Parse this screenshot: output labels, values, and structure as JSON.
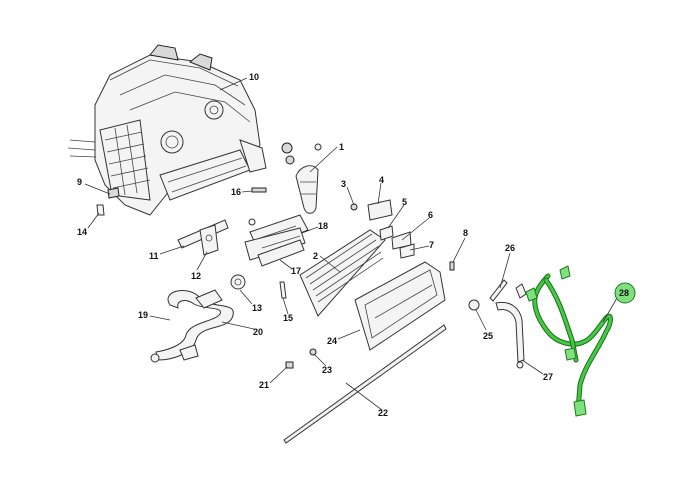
{
  "callouts": [
    {
      "id": "c1",
      "label": "1"
    },
    {
      "id": "c2",
      "label": "2"
    },
    {
      "id": "c3",
      "label": "3"
    },
    {
      "id": "c4",
      "label": "4"
    },
    {
      "id": "c5",
      "label": "5"
    },
    {
      "id": "c6",
      "label": "6"
    },
    {
      "id": "c7",
      "label": "7"
    },
    {
      "id": "c8",
      "label": "8"
    },
    {
      "id": "c9",
      "label": "9"
    },
    {
      "id": "c10",
      "label": "10"
    },
    {
      "id": "c11",
      "label": "11"
    },
    {
      "id": "c12",
      "label": "12"
    },
    {
      "id": "c13",
      "label": "13"
    },
    {
      "id": "c14",
      "label": "14"
    },
    {
      "id": "c15",
      "label": "15"
    },
    {
      "id": "c16",
      "label": "16"
    },
    {
      "id": "c17",
      "label": "17"
    },
    {
      "id": "c18",
      "label": "18"
    },
    {
      "id": "c19",
      "label": "19"
    },
    {
      "id": "c20",
      "label": "20"
    },
    {
      "id": "c21",
      "label": "21"
    },
    {
      "id": "c22",
      "label": "22"
    },
    {
      "id": "c23",
      "label": "23"
    },
    {
      "id": "c24",
      "label": "24"
    },
    {
      "id": "c25",
      "label": "25"
    },
    {
      "id": "c26",
      "label": "26"
    },
    {
      "id": "c27",
      "label": "27"
    },
    {
      "id": "c28",
      "label": "28"
    }
  ],
  "highlight": {
    "part": "28",
    "color": "#43c943"
  }
}
